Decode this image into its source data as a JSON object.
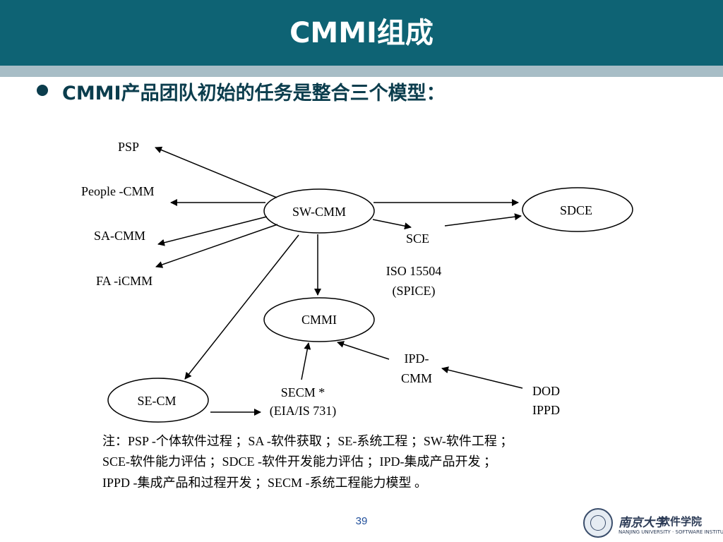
{
  "slide": {
    "title": "CMMI组成",
    "bullet": "CMMI产品团队初始的任务是整合三个模型：",
    "page_number": "39"
  },
  "diagram": {
    "nodes": {
      "psp": "PSP",
      "people_cmm": "People -CMM",
      "sa_cmm": "SA-CMM",
      "fa_icmm": "FA -iCMM",
      "sw_cmm": "SW-CMM",
      "sdce": "SDCE",
      "sce": "SCE",
      "iso_line1": "ISO 15504",
      "iso_line2": "(SPICE)",
      "cmmi": "CMMI",
      "ipd_line1": "IPD-",
      "ipd_line2": "CMM",
      "dod_line1": "DOD",
      "dod_line2": "IPPD",
      "se_cm": "SE-CM",
      "secm_line1": "SECM *",
      "secm_line2": "(EIA/IS 731)"
    }
  },
  "notes": {
    "line1": "注：PSP -个体软件过程 ；SA -软件获取 ；SE-系统工程 ；SW-软件工程 ；",
    "line2": "SCE-软件能力评估 ；SDCE -软件开发能力评估 ；IPD-集成产品开发 ；",
    "line3": "IPPD -集成产品和过程开发 ；SECM -系统工程能力模型 。"
  },
  "logo": {
    "name": "南京大学",
    "dept": "软件学院",
    "subtitle": "NANJING UNIVERSITY · SOFTWARE INSTITUTE"
  },
  "colors": {
    "header": "#0e6374",
    "header_stripe": "#a7bdc6",
    "bullet_text": "#0b3d4d",
    "page_number": "#1f4e9a"
  }
}
